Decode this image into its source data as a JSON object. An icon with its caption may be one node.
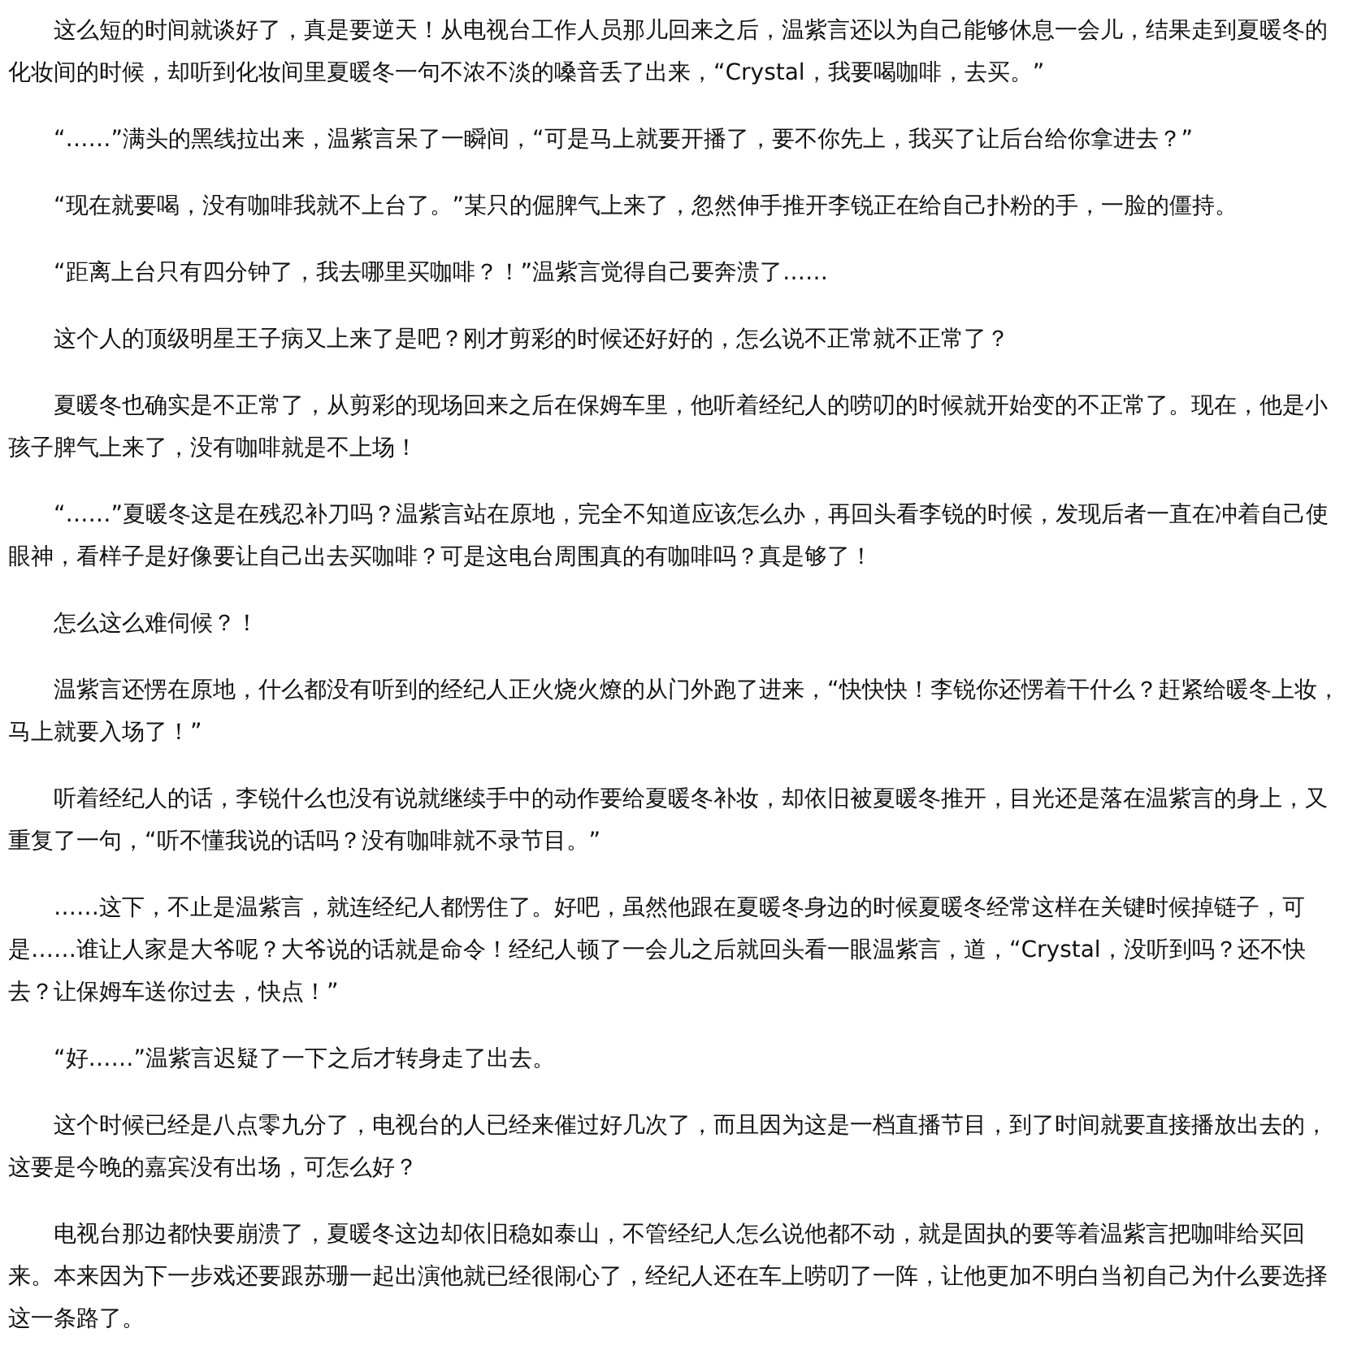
{
  "diagram": {
    "labels": [
      "这么短的时间就谈好了，真是要逆天！从电视台工作人员那儿回来之后，温紫言还以为自己能够休息一会儿，结果走到夏暖冬的化妆间的时候，却听到化妆间里夏暖冬一句不浓不淡的嗓音丢了出来，“Crystal，我要喝咖啡，去买。”",
      "“……”满头的黑线拉出来，温紫言呆了一瞬间，“可是马上就要开播了，要不你先上，我买了让后台给你拿进去？”",
      "“现在就要喝，没有咖啡我就不上台了。”某只的倔脾气上来了，忽然伸手推开李锐正在给自己扑粉的手，一脸的僵持。",
      "“距离上台只有四分钟了，我去哪里买咖啡？！”温紫言觉得自己要奔溃了……",
      "这个人的顶级明星王子病又上来了是吧？刚才剪彩的时候还好好的，怎么说不正常就不正常了？",
      "夏暖冬也确实是不正常了，从剪彩的现场回来之后在保姆车里，他听着经纪人的唠叨的时候就开始变的不正常了。现在，他是小孩子脾气上来了，没有咖啡就是不上场！",
      "“……”夏暖冬这是在残忍补刀吗？温紫言站在原地，完全不知道应该怎么办，再回头看李锐的时候，发现后者一直在冲着自己使眼神，看样子是好像要让自己出去买咖啡？可是这电台周围真的有咖啡吗？真是够了！",
      "怎么这么难伺候？！",
      "温紫言还愣在原地，什么都没有听到的经纪人正火烧火燎的从门外跑了进来，“快快快！李锐你还愣着干什么？赶紧给暖冬上妆，马上就要入场了！”",
      "听着经纪人的话，李锐什么也没有说就继续手中的动作要给夏暖冬补妆，却依旧被夏暖冬推开，目光还是落在温紫言的身上，又重复了一句，“听不懂我说的话吗？没有咖啡就不录节目。”",
      "……这下，不止是温紫言，就连经纪人都愣住了。好吧，虽然他跟在夏暖冬身边的时候夏暖冬经常这样在关键时候掉链子，可是……谁让人家是大爷呢？大爷说的话就是命令！经纪人顿了一会儿之后就回头看一眼温紫言，道，“Crystal，没听到吗？还不快去？让保姆车送你过去，快点！”",
      "“好……”温紫言迟疑了一下之后才转身走了出去。",
      "这个时候已经是八点零九分了，电视台的人已经来催过好几次了，而且因为这是一档直播节目，到了时间就要直接播放出去的，这要是今晚的嘉宾没有出场，可怎么好？",
      "电视台那边都快要崩溃了，夏暖冬这边却依旧稳如泰山，不管经纪人怎么说他都不动，就是固执的要等着温紫言把咖啡给买回来。本来因为下一步戏还要跟苏珊一起出演他就已经很闹心了，经纪人还在车上唠叨了一阵，让他更加不明白当初自己为什么要选择这一条路了。"
    ]
  }
}
